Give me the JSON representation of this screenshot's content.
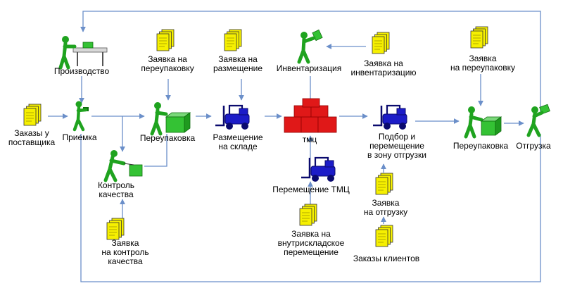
{
  "colors": {
    "line": "#6b8fc9",
    "person": "#1fa31f",
    "person_dark": "#0f6e0f",
    "box_green": "#34c234",
    "document": "#f6f000",
    "document_edge": "#333333",
    "forklift": "#1c1cc8",
    "forklift_dark": "#0a0a6e",
    "stock": "#e01818",
    "stock_dark": "#900000",
    "table": "#d8d8d8"
  },
  "icons": [
    "person-at-workbench-icon",
    "person-walking-icon",
    "person-packing-box-icon",
    "person-inspecting-box-icon",
    "person-with-clipboard-icon",
    "person-carrying-box-icon",
    "forklift-icon",
    "stacked-boxes-icon",
    "document-stack-icon"
  ],
  "nodes": {
    "production": "Производство",
    "supplier_orders": [
      "Заказы у",
      "поставщика"
    ],
    "receiving": "Приемка",
    "quality_control": [
      "Контроль",
      "качества"
    ],
    "qc_request": [
      "Заявка",
      "на контроль",
      "качества"
    ],
    "repack_request_1": [
      "Заявка на",
      "переупаковку"
    ],
    "repack_1": "Переупаковка",
    "placement_request": [
      "Заявка на",
      "размещение"
    ],
    "placement": [
      "Размещение",
      "на складе"
    ],
    "inventory": "Инвентаризация",
    "inventory_request": [
      "Заявка на",
      "инвентаризацию"
    ],
    "stock": "тмц",
    "internal_move": "Перемещение ТМЦ",
    "internal_move_request": [
      "Заявка на",
      "внутрискладское",
      "перемещение"
    ],
    "picking": [
      "Подбор и",
      "перемещение",
      "в зону отгрузки"
    ],
    "shipment_request": [
      "Заявка",
      "на отгрузку"
    ],
    "client_orders": "Заказы клиентов",
    "repack_request_2": [
      "Заявка",
      "на переупаковку"
    ],
    "repack_2": "Переупаковка",
    "shipping": "Отгрузка"
  }
}
